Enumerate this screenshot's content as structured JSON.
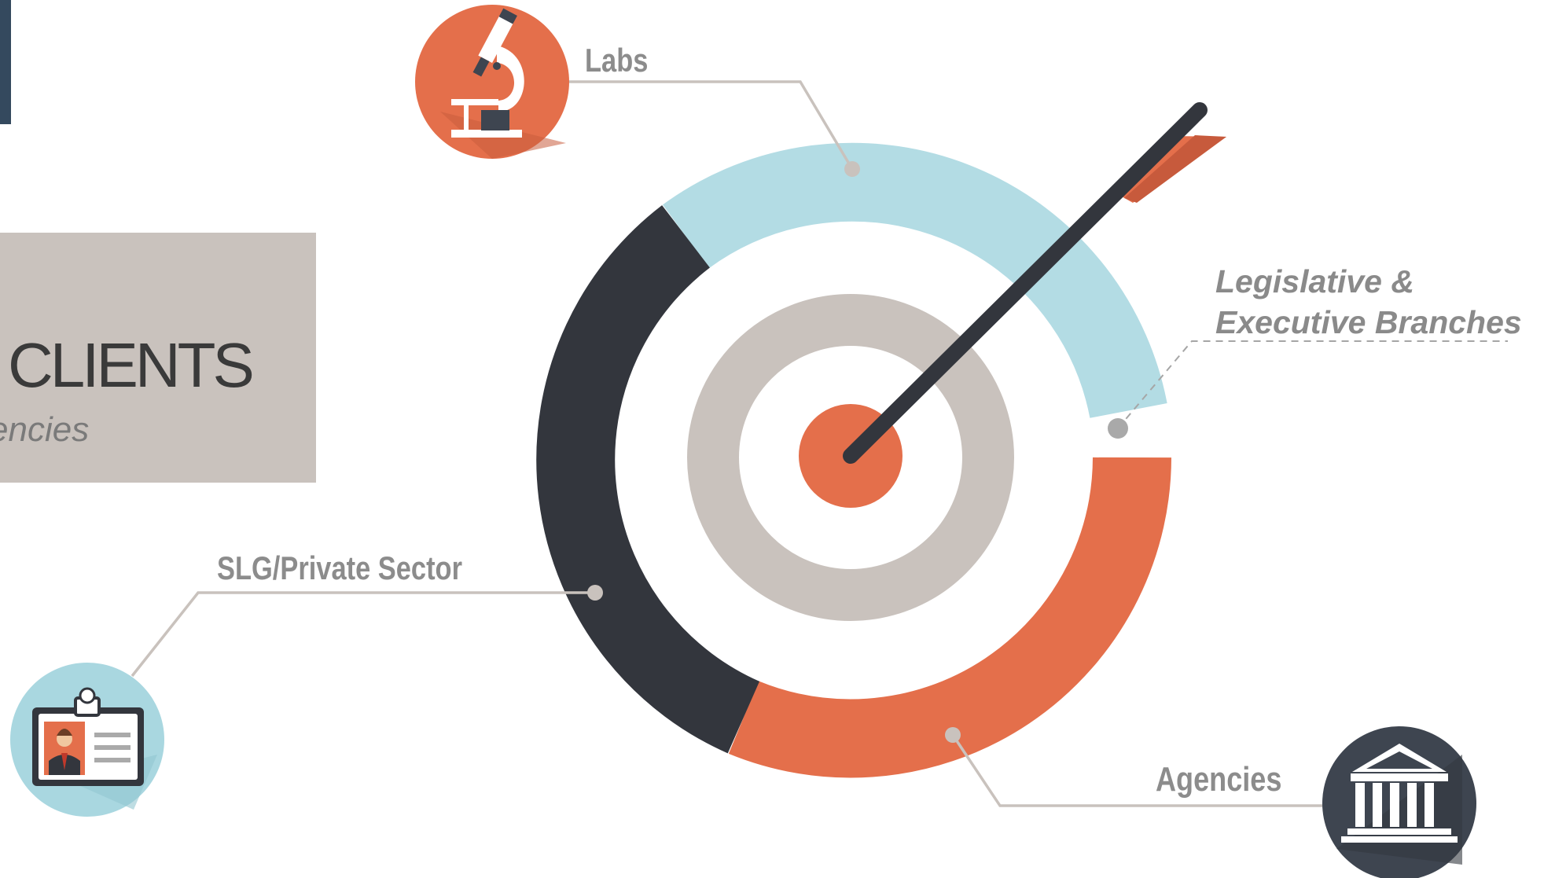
{
  "clients_panel": {
    "heading": "CLIENTS",
    "subheading": "encies"
  },
  "segments": [
    {
      "id": "labs",
      "label": "Labs",
      "ring_color": "#b3dce4",
      "icon": "microscope-icon",
      "icon_bg": "#e46f4b"
    },
    {
      "id": "legislative",
      "label_line1": "Legislative &",
      "label_line2": "Executive Branches",
      "ring_color": "#ffffff"
    },
    {
      "id": "agencies",
      "label": "Agencies",
      "ring_color": "#e46f4b",
      "icon": "government-building-icon",
      "icon_bg": "#3e4550"
    },
    {
      "id": "slg",
      "label": "SLG/Private Sector",
      "ring_color": "#33363d",
      "icon": "id-badge-icon",
      "icon_bg": "#a9d7e0"
    }
  ],
  "colors": {
    "accent_bar": "#34495e",
    "panel_bg": "#c9c2bd",
    "inner_ring": "#c9c2bd",
    "bullseye": "#e46f4b",
    "arrow_shaft": "#33363d",
    "arrow_fletching": "#e46f4b",
    "connector": "#c9c2bd",
    "label_text": "#8c8c8c"
  }
}
